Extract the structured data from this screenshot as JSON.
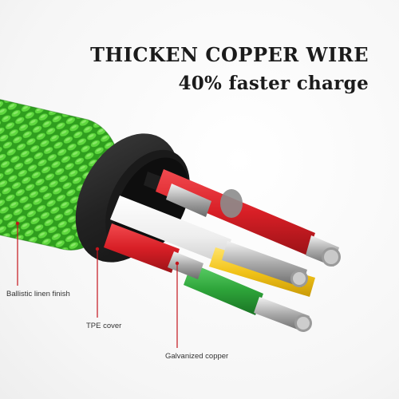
{
  "headline": {
    "title": "THICKEN COPPER WIRE",
    "subtitle": "40% faster charge"
  },
  "callouts": [
    {
      "label": "Ballistic linen finish"
    },
    {
      "label": "TPE cover"
    },
    {
      "label": "Galvanized copper"
    }
  ],
  "colors": {
    "braid": "#3fbf2a",
    "braid_dark": "#1f7a14",
    "jacket": "#2a2a2a",
    "wire_red": "#d81f26",
    "wire_white": "#f4f4f4",
    "wire_yellow": "#f2c318",
    "wire_green": "#2ea53a",
    "wire_black": "#1e1e1e",
    "copper_strand": "#b8b8b8",
    "callout_line": "#c4141c"
  }
}
